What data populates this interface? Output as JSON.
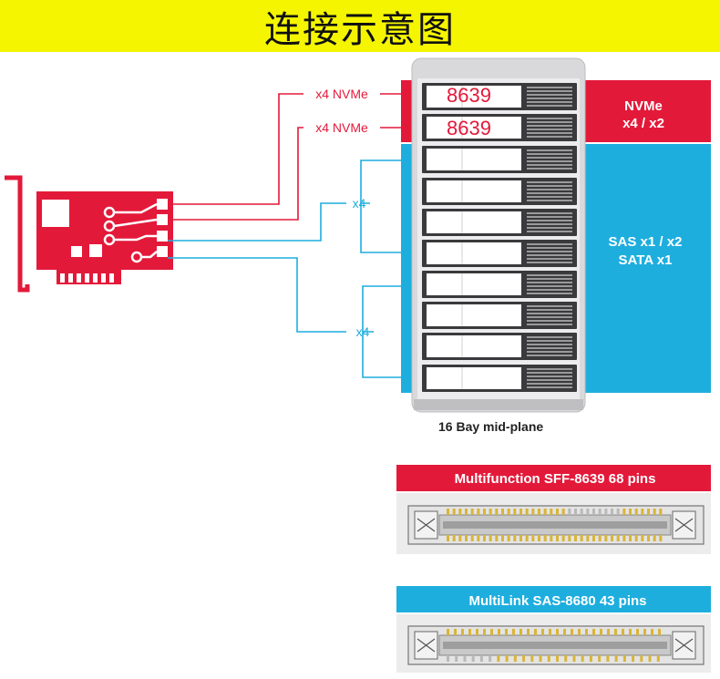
{
  "title": "连接示意图",
  "links": {
    "nvme_top": "x4 NVMe",
    "nvme_bottom": "x4 NVMe",
    "sas_upper": "x4",
    "sas_lower": "x4"
  },
  "enclosure": {
    "caption": "16 Bay mid-plane",
    "bay_overlay_1": "8639",
    "bay_overlay_2": "8639"
  },
  "panels": {
    "nvme_line1": "NVMe",
    "nvme_line2": "x4 / x2",
    "sas_line1": "SAS x1 / x2",
    "sas_line2": "SATA x1"
  },
  "connectors": [
    {
      "label": "Multifunction SFF-8639  68 pins",
      "header_color": "#e3193a"
    },
    {
      "label": "MultiLink SAS-8680 43 pins",
      "header_color": "#1eaede"
    }
  ],
  "colors": {
    "red": "#e3193a",
    "blue": "#1eaede",
    "yellow": "#f5f500"
  }
}
